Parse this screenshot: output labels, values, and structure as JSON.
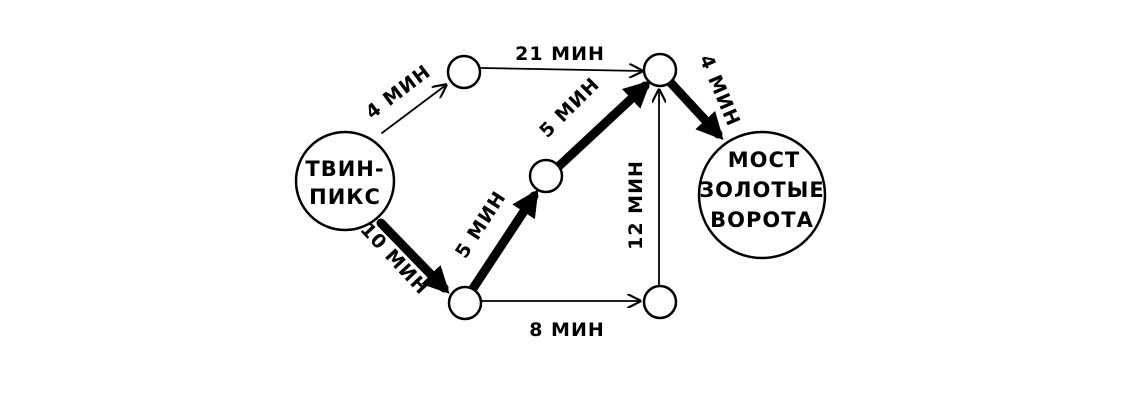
{
  "nodes": {
    "start": {
      "line1": "ТВИН-",
      "line2": "ПИКС"
    },
    "finish": {
      "line1": "МОСТ",
      "line2": "ЗОЛОТЫЕ",
      "line3": "ВОРОТА"
    }
  },
  "edges": {
    "start_to_a": "4 МИН",
    "a_to_c": "21 МИН",
    "start_to_b": "10 МИН",
    "b_to_d": "5 МИН",
    "d_to_c": "5 МИН",
    "b_to_e": "8 МИН",
    "e_to_c": "12 МИН",
    "c_to_finish": "4 МИН"
  }
}
